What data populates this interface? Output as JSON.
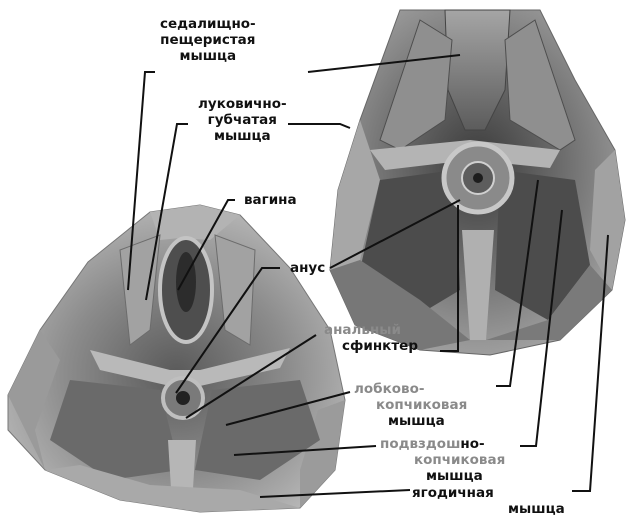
{
  "labels": {
    "ischiocavernosus": [
      "седалищно-",
      "пещеристая",
      "мышца"
    ],
    "bulbospongiosus": [
      "луковично-",
      "губчатая",
      "мышца"
    ],
    "vagina": "вагина",
    "anus": "анус",
    "anal_sphincter": [
      "анальный",
      "сфинктер"
    ],
    "pubococcygeus": [
      "лобково-",
      "копчиковая",
      "мышца"
    ],
    "iliococcygeus_grey": "подвздош",
    "iliococcygeus_dark": "но-",
    "iliococcygeus_line2": "копчиковая",
    "iliococcygeus_line3": "мышца",
    "gluteus": [
      "ягодичная",
      "мышца"
    ]
  },
  "colors": {
    "muscle_light": "#c9c9c9",
    "muscle_mid": "#8d8d8d",
    "muscle_dark": "#3e3e3e",
    "label_dark": "#111111",
    "label_grey": "#8a8a8a"
  }
}
